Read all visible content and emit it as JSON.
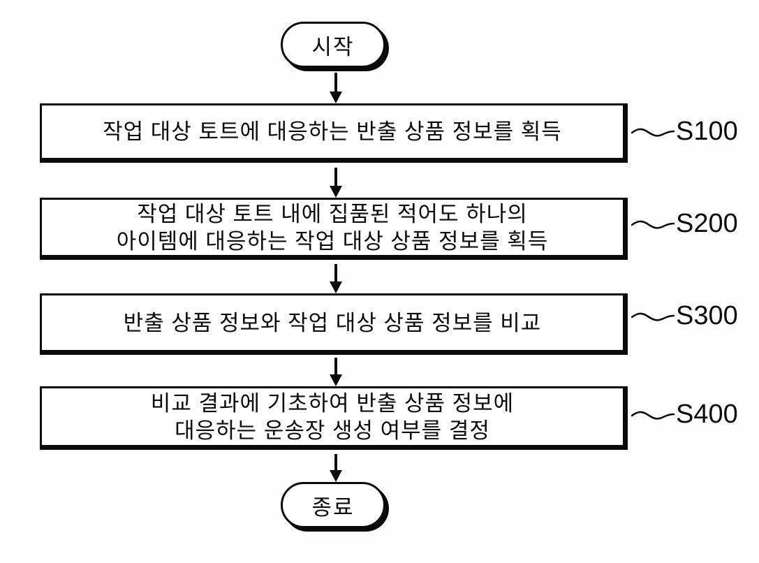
{
  "diagram": {
    "type": "flowchart",
    "language": "ko",
    "colors": {
      "background": "#fefefe",
      "stroke": "#0a0a0a",
      "fill": "#ffffff",
      "text": "#0c0c0c"
    },
    "start": {
      "label": "시작"
    },
    "end": {
      "label": "종료"
    },
    "steps": [
      {
        "id": "S100",
        "lines": [
          "작업 대상 토트에 대응하는 반출 상품 정보를 획득"
        ]
      },
      {
        "id": "S200",
        "lines": [
          "작업 대상 토트 내에 집품된 적어도 하나의",
          "아이템에 대응하는 작업 대상 상품 정보를 획득"
        ]
      },
      {
        "id": "S300",
        "lines": [
          "반출 상품 정보와 작업 대상 상품 정보를 비교"
        ]
      },
      {
        "id": "S400",
        "lines": [
          "비교 결과에 기초하여 반출 상품 정보에",
          "대응하는 운송장 생성 여부를 결정"
        ]
      }
    ],
    "connectors": {
      "arrow_count": 5,
      "arrow_direction": "down",
      "label_connector_style": "wavy-line"
    }
  }
}
